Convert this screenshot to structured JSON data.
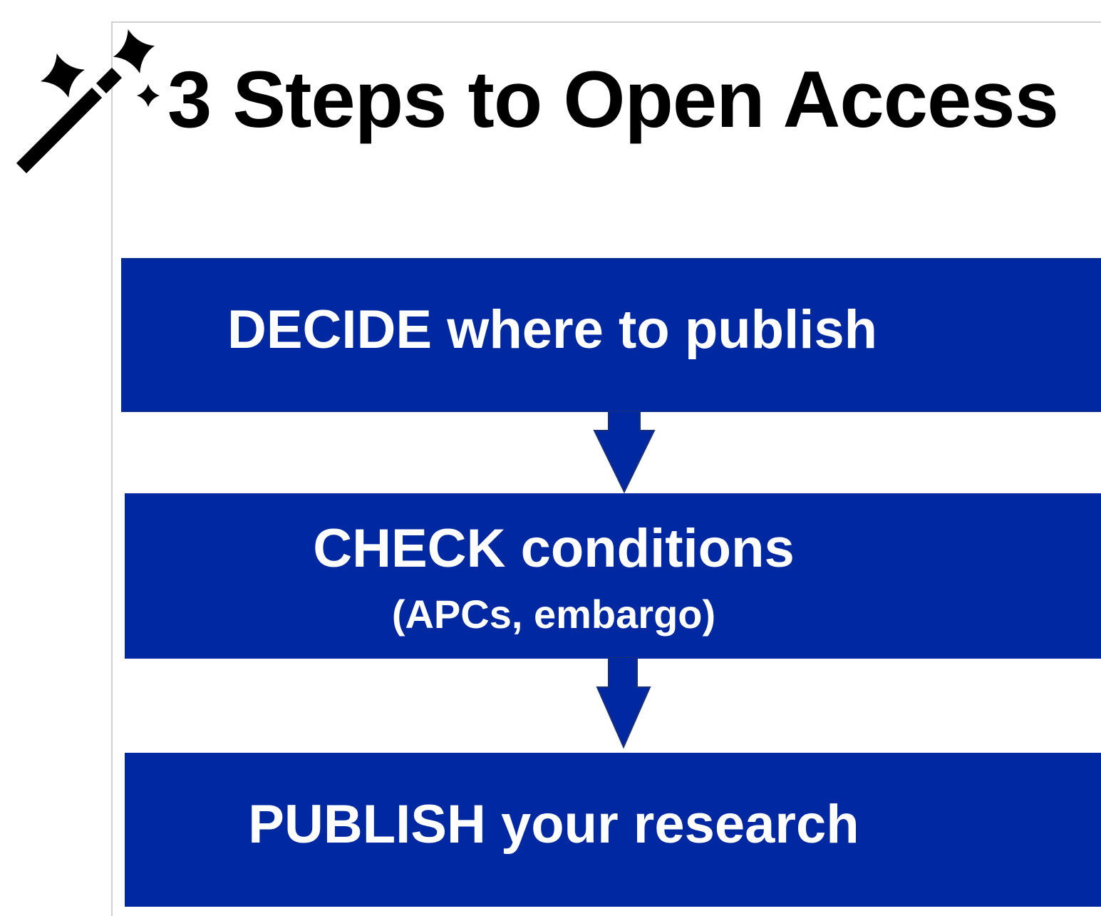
{
  "slide": {
    "title": "3 Steps to Open Access",
    "title_icon": "magic-wand-icon"
  },
  "steps": [
    {
      "label": "DECIDE where to publish",
      "sublabel": ""
    },
    {
      "label": "CHECK conditions",
      "sublabel": "(APCs, embargo)"
    },
    {
      "label": "PUBLISH your research",
      "sublabel": ""
    }
  ],
  "connectors": [
    "arrow-down-icon",
    "arrow-down-icon"
  ],
  "colors": {
    "step_fill": "#0028a0",
    "arrow_fill": "#0028a0",
    "title_text": "#000000",
    "step_text": "#ffffff"
  }
}
